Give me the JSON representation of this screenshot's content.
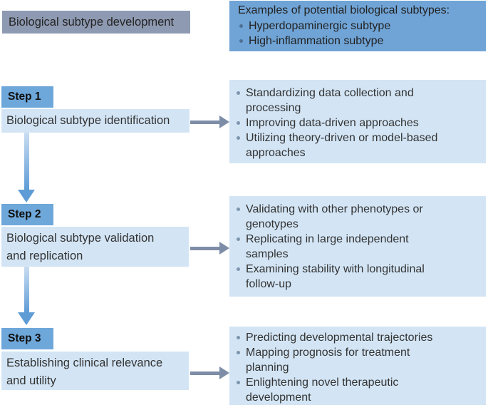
{
  "title": "Biological subtype development",
  "examples": {
    "heading": "Examples of potential biological subtypes:",
    "items": [
      "Hyperdopaminergic subtype",
      "High-inflammation subtype"
    ]
  },
  "steps": [
    {
      "label": "Step 1",
      "name": "Biological subtype identification",
      "bullets": [
        "Standardizing data collection and\nprocessing",
        "Improving data-driven approaches",
        "Utilizing theory-driven or model-based\napproaches"
      ]
    },
    {
      "label": "Step 2",
      "name": "Biological subtype validation\nand replication",
      "bullets": [
        "Validating with other phenotypes or\ngenotypes",
        "Replicating in large independent\nsamples",
        "Examining stability with longitudinal\nfollow-up"
      ]
    },
    {
      "label": "Step 3",
      "name": "Establishing clinical relevance\nand utility",
      "bullets": [
        "Predicting developmental trajectories",
        "Mapping prognosis for treatment\nplanning",
        "Enlightening novel therapeutic\ndevelopment"
      ]
    }
  ],
  "colors": {
    "header_gray_blue": "#8e9ab2",
    "examples_blue": "#70a4d6",
    "step_label_blue": "#6ea7da",
    "light_box_blue": "#d3e5f5",
    "gray_arrow": "#7e8da7",
    "blue_arrow": "#5f9cd6",
    "bullet_dark": "#4e7096",
    "bullet_gray": "#7e95ae"
  }
}
